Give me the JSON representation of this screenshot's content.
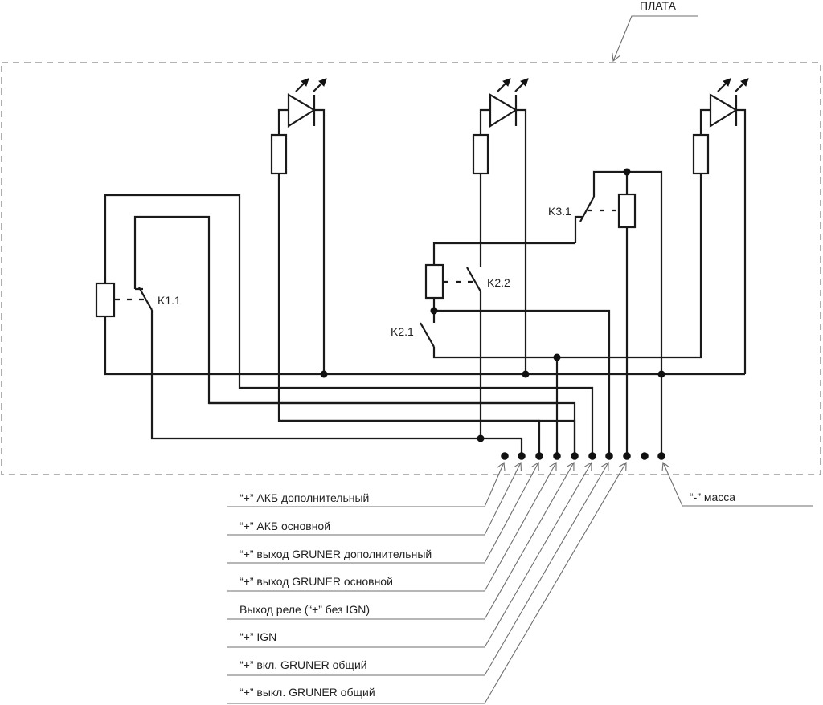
{
  "board_label": "ПЛАТА",
  "relay_contacts": {
    "k1_1": "K1.1",
    "k2_1": "K2.1",
    "k2_2": "K2.2",
    "k3_1": "K3.1"
  },
  "pin_labels": [
    "“+” АКБ дополнительный",
    "“+” АКБ основной",
    "“+” выход GRUNER дополнительный",
    "“+” выход GRUNER основной",
    "Выход реле (“+” без IGN)",
    "“+” IGN",
    "“+” вкл. GRUNER общий",
    "“+” выкл. GRUNER общий"
  ],
  "ground_label": "“-” масса",
  "colors": {
    "wire": "#1a1a1a",
    "board_outline": "#9a9a9a",
    "leader": "#6e6e6e",
    "text": "#222222"
  }
}
